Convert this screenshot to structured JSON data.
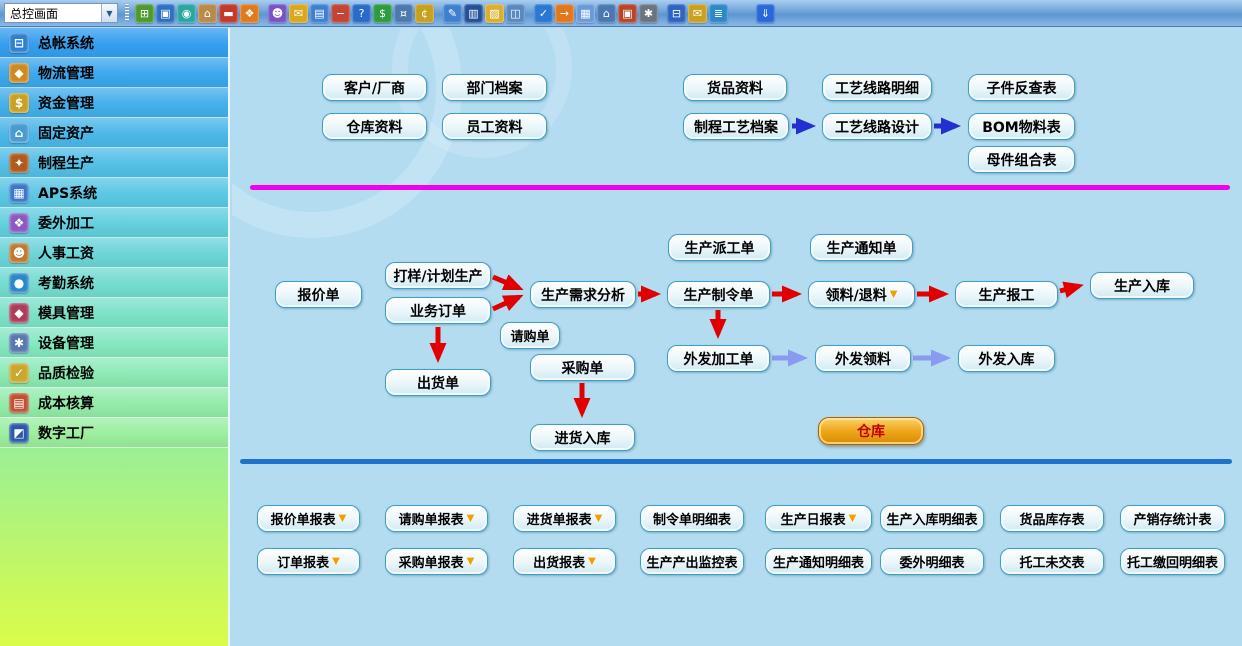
{
  "ui": {
    "dropdown_arrow": "▼",
    "combo_arrow": "▼"
  },
  "colors": {
    "divider_magenta": "#ee00ee",
    "divider_blue": "#1d72cc",
    "arrow_red": "#e00000",
    "arrow_blue": "#2230d0",
    "arrow_purple": "#8a9aee",
    "warehouse_orange": "#efa81e",
    "button_border_teal": "#3f9fc4"
  },
  "toolbar": {
    "view_selector": "总控画面",
    "icons": [
      {
        "name": "window-grid-icon",
        "glyph": "⊞"
      },
      {
        "name": "monitor-icon",
        "glyph": "▣"
      },
      {
        "name": "globe-icon",
        "glyph": "◉"
      },
      {
        "name": "bank-icon",
        "glyph": "⌂"
      },
      {
        "name": "briefcase-icon",
        "glyph": "▬"
      },
      {
        "name": "palette-icon",
        "glyph": "❖"
      },
      {
        "name": "users-icon",
        "glyph": "☻"
      },
      {
        "name": "mail-icon",
        "glyph": "✉"
      },
      {
        "name": "document-icon",
        "glyph": "▤"
      },
      {
        "name": "minus-icon",
        "glyph": "−"
      },
      {
        "name": "help-icon",
        "glyph": "?"
      },
      {
        "name": "dollar-icon",
        "glyph": "$"
      },
      {
        "name": "cart-icon",
        "glyph": "¤"
      },
      {
        "name": "coins-icon",
        "glyph": "¢"
      },
      {
        "name": "edit-doc-icon",
        "glyph": "✎"
      },
      {
        "name": "book-icon",
        "glyph": "▥"
      },
      {
        "name": "folder-icon",
        "glyph": "▨"
      },
      {
        "name": "copy-icon",
        "glyph": "◫"
      },
      {
        "name": "check-icon",
        "glyph": "✓"
      },
      {
        "name": "redo-arrow-icon",
        "glyph": "→"
      },
      {
        "name": "file-icon",
        "glyph": "▦"
      },
      {
        "name": "building-icon",
        "glyph": "⌂"
      },
      {
        "name": "display-icon",
        "glyph": "▣"
      },
      {
        "name": "gear-icon",
        "glyph": "✱"
      },
      {
        "name": "calculator-icon",
        "glyph": "⊟"
      },
      {
        "name": "mail2-icon",
        "glyph": "✉"
      },
      {
        "name": "network-icon",
        "glyph": "≣"
      },
      {
        "name": "download-arrow-icon",
        "glyph": "⇓"
      }
    ]
  },
  "sidebar": {
    "items": [
      {
        "icon": "ledger-icon",
        "glyph": "⊟",
        "label": "总帐系统"
      },
      {
        "icon": "logistics-icon",
        "glyph": "◆",
        "label": "物流管理"
      },
      {
        "icon": "funds-icon",
        "glyph": "$",
        "label": "资金管理"
      },
      {
        "icon": "fixed-assets-icon",
        "glyph": "⌂",
        "label": "固定资产"
      },
      {
        "icon": "process-production-icon",
        "glyph": "✦",
        "label": "制程生产"
      },
      {
        "icon": "aps-icon",
        "glyph": "▦",
        "label": "APS系统"
      },
      {
        "icon": "outsourcing-icon",
        "glyph": "❖",
        "label": "委外加工"
      },
      {
        "icon": "hr-payroll-icon",
        "glyph": "☻",
        "label": "人事工资"
      },
      {
        "icon": "attendance-icon",
        "glyph": "●",
        "label": "考勤系统"
      },
      {
        "icon": "mold-icon",
        "glyph": "◆",
        "label": "模具管理"
      },
      {
        "icon": "equipment-icon",
        "glyph": "✱",
        "label": "设备管理"
      },
      {
        "icon": "quality-icon",
        "glyph": "✓",
        "label": "品质检验"
      },
      {
        "icon": "costing-icon",
        "glyph": "▤",
        "label": "成本核算"
      },
      {
        "icon": "digital-factory-icon",
        "glyph": "◩",
        "label": "数字工厂"
      }
    ]
  },
  "flow": {
    "basic": {
      "customer_vendor": "客户/厂商",
      "dept_archive": "部门档案",
      "warehouse_info": "仓库资料",
      "employee_info": "员工资料",
      "goods_info": "货品资料",
      "process_craft_archive": "制程工艺档案",
      "craft_route_detail": "工艺线路明细",
      "craft_route_design": "工艺线路设计",
      "child_lookup": "子件反查表",
      "bom_table": "BOM物料表",
      "parent_combo": "母件组合表"
    },
    "production": {
      "quote": "报价单",
      "sample_plan": "打样/计划生产",
      "sales_order": "业务订单",
      "demand_analysis": "生产需求分析",
      "dispatch": "生产派工单",
      "notice": "生产通知单",
      "work_order": "生产制令单",
      "material_io": "领料/退料",
      "work_report": "生产报工",
      "stock_in": "生产入库",
      "purchase_request": "请购单",
      "purchase_order": "采购单",
      "shipment": "出货单",
      "goods_receipt": "进货入库",
      "outsource_order": "外发加工单",
      "outsource_material": "外发领料",
      "outsource_in": "外发入库",
      "warehouse": "仓库"
    }
  },
  "reports": {
    "row1": [
      {
        "label": "报价单报表",
        "arrow": true
      },
      {
        "label": "请购单报表",
        "arrow": true
      },
      {
        "label": "进货单报表",
        "arrow": true
      },
      {
        "label": "制令单明细表",
        "arrow": false
      },
      {
        "label": "生产日报表",
        "arrow": true
      },
      {
        "label": "生产入库明细表",
        "arrow": false
      },
      {
        "label": "货品库存表",
        "arrow": false
      },
      {
        "label": "产销存统计表",
        "arrow": false
      }
    ],
    "row2": [
      {
        "label": "订单报表",
        "arrow": true
      },
      {
        "label": "采购单报表",
        "arrow": true
      },
      {
        "label": "出货报表",
        "arrow": true
      },
      {
        "label": "生产产出监控表",
        "arrow": false
      },
      {
        "label": "生产通知明细表",
        "arrow": false
      },
      {
        "label": "委外明细表",
        "arrow": false
      },
      {
        "label": "托工未交表",
        "arrow": false
      },
      {
        "label": "托工缴回明细表",
        "arrow": false
      }
    ]
  }
}
